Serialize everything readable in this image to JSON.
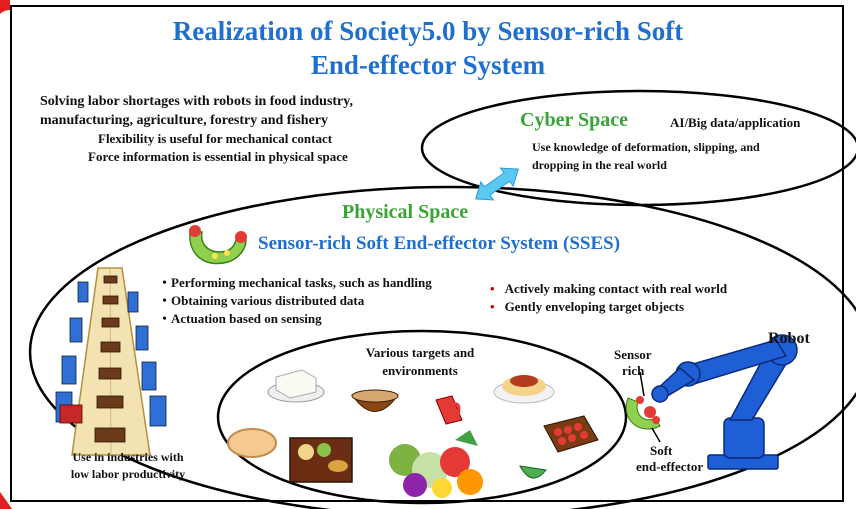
{
  "title_line1": "Realization of Society5.0 by Sensor-rich Soft",
  "title_line2": "End-effector System",
  "intro": {
    "line1": "Solving labor shortages with robots in food industry,",
    "line2": "manufacturing, agriculture, forestry and fishery",
    "red1": "Flexibility is useful for mechanical contact",
    "red2": "Force information  is essential in physical space"
  },
  "cyber": {
    "title": "Cyber Space",
    "subtitle": "AI/Big data/application",
    "line1": "Use knowledge of deformation, slipping,  and",
    "line2": "dropping  in the real world"
  },
  "physical": {
    "title": "Physical Space",
    "sses": "Sensor-rich Soft End-effector System (SSES)",
    "bullets": [
      "Performing mechanical tasks, such as handling",
      "Obtaining various distributed data",
      "Actuation based on sensing"
    ],
    "red_bullets": [
      "Actively making contact with real world",
      "Gently enveloping target objects"
    ]
  },
  "targets": {
    "line1": "Various targets and",
    "line2": "environments"
  },
  "industry": {
    "line1": "Use in industries with",
    "line2": "low labor productivity"
  },
  "robot": {
    "label": "Robot",
    "sensor1": "Sensor",
    "sensor2": "rich",
    "soft1": "Soft",
    "soft2": "end-effector"
  },
  "colors": {
    "title": "#1f6fd1",
    "green": "#3aa335",
    "red": "#c00000",
    "orange": "#c55a11",
    "robot": "#1f5fd6"
  }
}
